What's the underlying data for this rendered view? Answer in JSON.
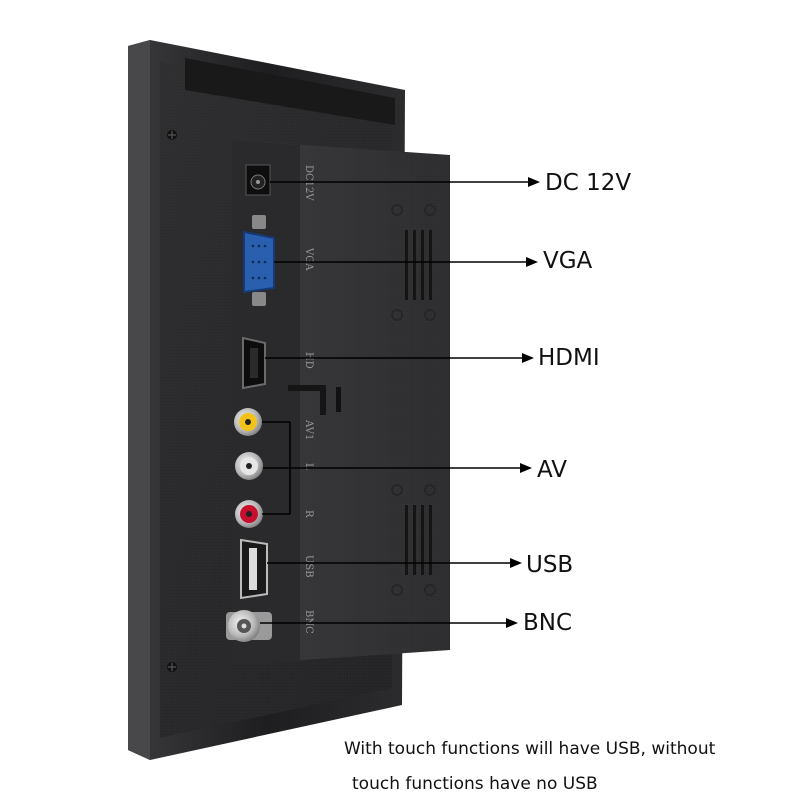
{
  "callouts": {
    "dc": "DC 12V",
    "vga": "VGA",
    "hdmi": "HDMI",
    "av": "AV",
    "usb": "USB",
    "bnc": "BNC"
  },
  "panel_labels": {
    "dc": "DC12V",
    "vga": "VGA",
    "hdmi": "HD",
    "av1": "AV1",
    "l": "L",
    "r": "R",
    "usb": "USB",
    "bnc": "BNC"
  },
  "note": {
    "line1": "With touch functions will have USB, without",
    "line2": "touch functions have no USB"
  },
  "colors": {
    "bezel": "#1c1c1e",
    "body": "#2a2a2c",
    "panel": "#333335",
    "vga_blue": "#2a5fb0",
    "av_yellow": "#f2c21b",
    "av_white": "#e6e6e6",
    "av_red": "#c8102e"
  }
}
